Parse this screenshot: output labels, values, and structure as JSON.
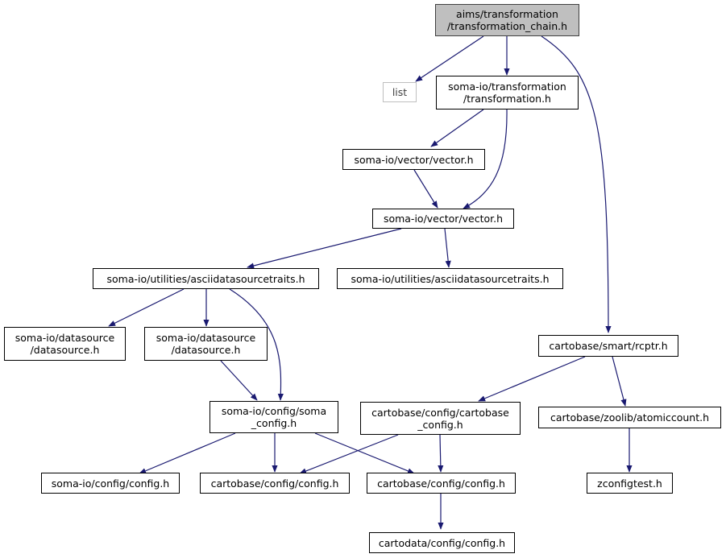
{
  "colors": {
    "edge": "#191970",
    "root_fill": "#bfbfbf",
    "node_border": "#000000",
    "external_border": "#bfbfbf"
  },
  "nodes": {
    "root": "aims/transformation\n/transformation_chain.h",
    "list": "list",
    "transformation": "soma-io/transformation\n/transformation.h",
    "vector_a": "soma-io/vector/vector.h",
    "vector_b": "soma-io/vector/vector.h",
    "adtraits_a": "soma-io/utilities/asciidatasourcetraits.h",
    "adtraits_b": "soma-io/utilities/asciidatasourcetraits.h",
    "datasource_a": "soma-io/datasource\n/datasource.h",
    "datasource_b": "soma-io/datasource\n/datasource.h",
    "soma_config": "soma-io/config/soma\n_config.h",
    "somaio_config": "soma-io/config/config.h",
    "cartobase_config_a": "cartobase/config/config.h",
    "cartobase_config_b": "cartobase/config/config.h",
    "cartodata_config": "cartodata/config/config.h",
    "rcptr": "cartobase/smart/rcptr.h",
    "cartobase_cb_config": "cartobase/config/cartobase\n_config.h",
    "atomiccount": "cartobase/zoolib/atomiccount.h",
    "zconfigtest": "zconfigtest.h"
  },
  "edges": [
    [
      "root",
      "list"
    ],
    [
      "root",
      "transformation"
    ],
    [
      "root",
      "rcptr"
    ],
    [
      "transformation",
      "vector_a"
    ],
    [
      "transformation",
      "vector_b"
    ],
    [
      "vector_a",
      "vector_b"
    ],
    [
      "vector_b",
      "adtraits_a"
    ],
    [
      "vector_b",
      "adtraits_b"
    ],
    [
      "adtraits_a",
      "datasource_a"
    ],
    [
      "adtraits_a",
      "datasource_b"
    ],
    [
      "adtraits_a",
      "soma_config"
    ],
    [
      "datasource_b",
      "soma_config"
    ],
    [
      "soma_config",
      "somaio_config"
    ],
    [
      "soma_config",
      "cartobase_config_a"
    ],
    [
      "soma_config",
      "cartobase_config_b"
    ],
    [
      "rcptr",
      "cartobase_cb_config"
    ],
    [
      "rcptr",
      "atomiccount"
    ],
    [
      "cartobase_cb_config",
      "cartobase_config_a"
    ],
    [
      "cartobase_cb_config",
      "cartobase_config_b"
    ],
    [
      "cartobase_config_b",
      "cartodata_config"
    ],
    [
      "atomiccount",
      "zconfigtest"
    ]
  ]
}
